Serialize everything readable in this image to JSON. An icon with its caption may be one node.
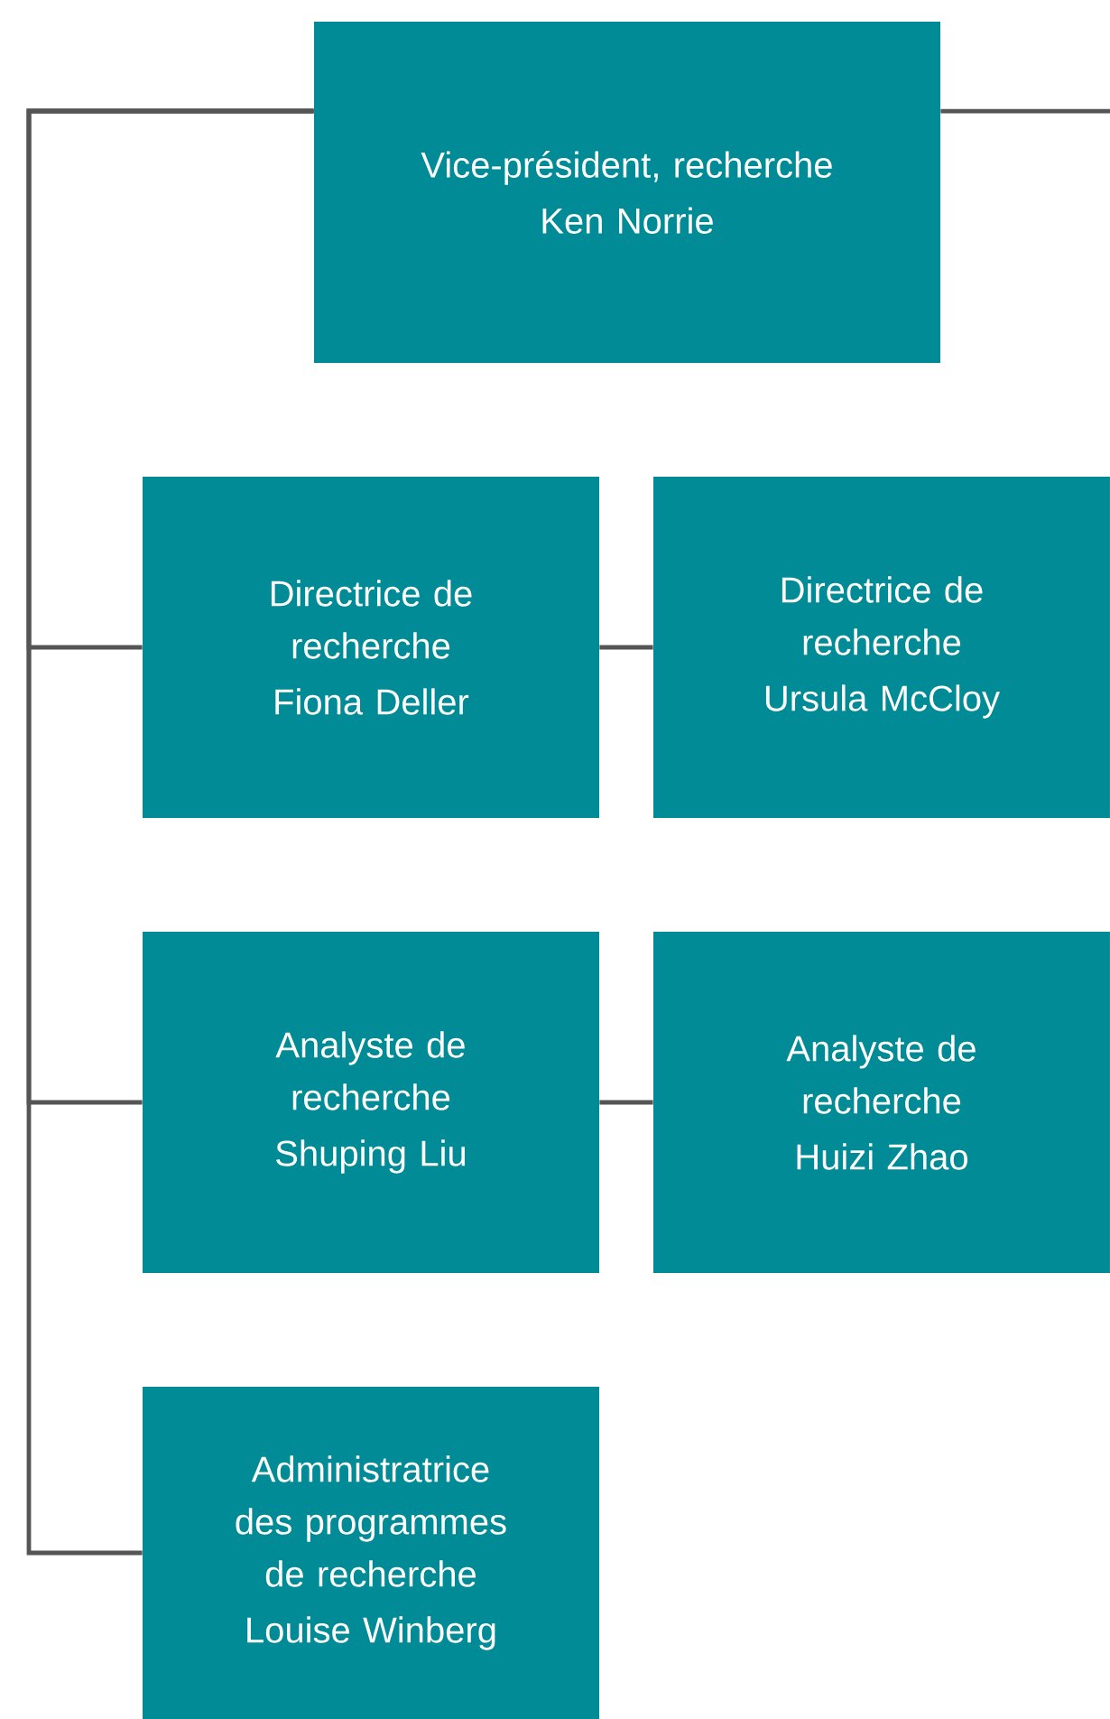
{
  "diagram": {
    "nodes": [
      {
        "text": [
          "Vice-président, recherche",
          "Ken Norrie"
        ]
      },
      {
        "text": [
          "Directrice de recherche",
          "Fiona Deller"
        ]
      },
      {
        "text": [
          "Directrice de recherche",
          "Ursula McCloy"
        ]
      },
      {
        "text": [
          "Analyste de recherche",
          "Shuping Liu"
        ]
      },
      {
        "text": [
          "Analyste de recherche",
          "Huizi Zhao"
        ]
      },
      {
        "text": [
          "Administratrice des programmes de recherche",
          "Louise Winberg"
        ]
      }
    ],
    "edges": [
      {
        "from": 0,
        "to": 1,
        "arrow": "none"
      },
      {
        "from": 0,
        "to": 3,
        "arrow": "none"
      },
      {
        "from": 0,
        "to": 5,
        "arrow": "none"
      },
      {
        "from": 0,
        "to": null,
        "arrow": "none"
      },
      {
        "from": 1,
        "to": 2,
        "arrow": "none"
      },
      {
        "from": 3,
        "to": 4,
        "arrow": "none"
      }
    ]
  }
}
